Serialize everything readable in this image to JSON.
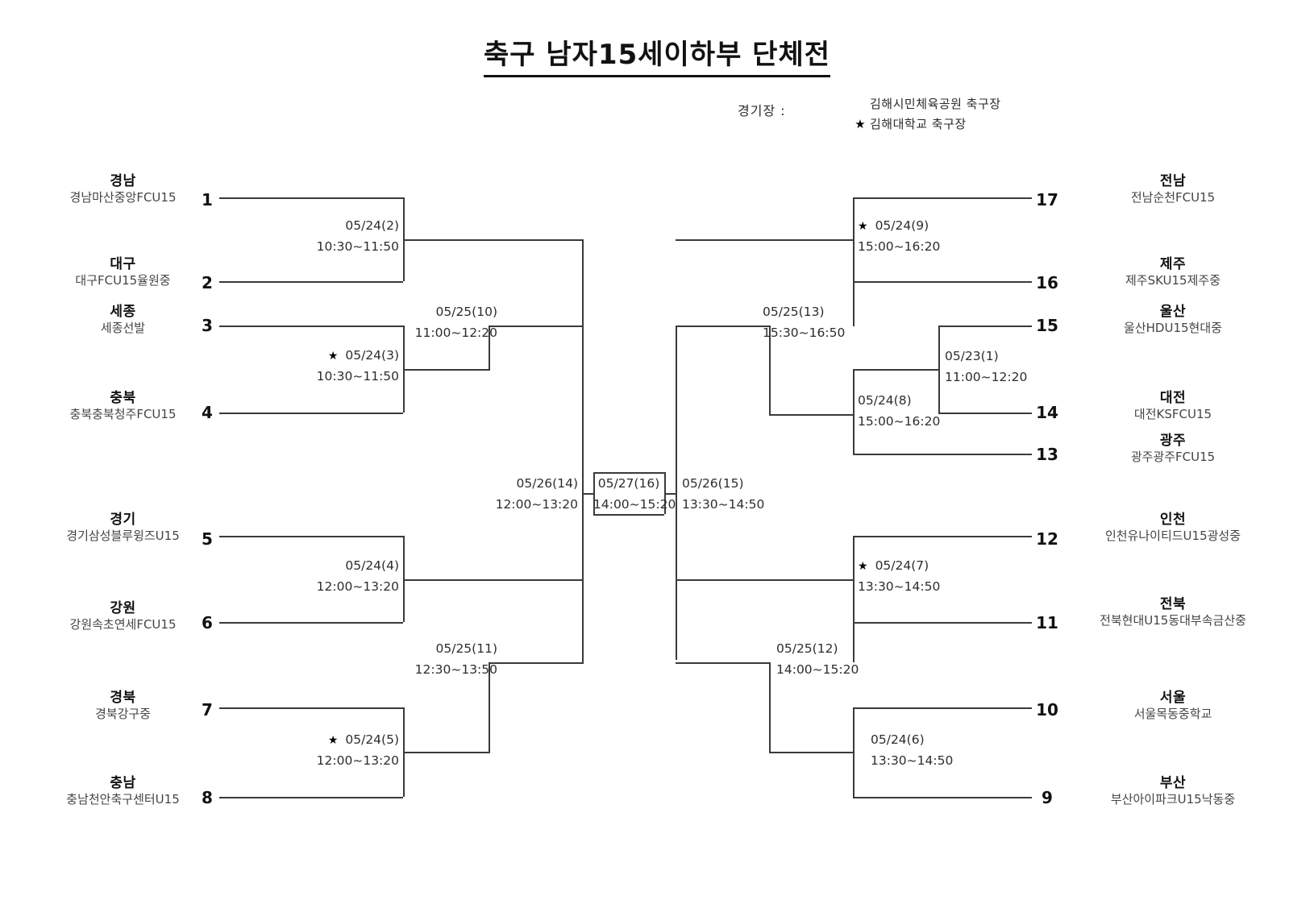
{
  "title": "축구  남자15세이하부  단체전",
  "legend": {
    "label": "경기장 :",
    "venues": [
      {
        "marker": "",
        "name": "김해시민체육공원 축구장"
      },
      {
        "marker": "★",
        "name": "김해대학교 축구장"
      }
    ]
  },
  "left_teams": [
    {
      "seed": "1",
      "region": "경남",
      "club": "경남마산중앙FCU15"
    },
    {
      "seed": "2",
      "region": "대구",
      "club": "대구FCU15율원중"
    },
    {
      "seed": "3",
      "region": "세종",
      "club": "세종선발"
    },
    {
      "seed": "4",
      "region": "충북",
      "club": "충북충북청주FCU15"
    },
    {
      "seed": "5",
      "region": "경기",
      "club": "경기삼성블루윙즈U15"
    },
    {
      "seed": "6",
      "region": "강원",
      "club": "강원속초연세FCU15"
    },
    {
      "seed": "7",
      "region": "경북",
      "club": "경북강구중"
    },
    {
      "seed": "8",
      "region": "충남",
      "club": "충남천안축구센터U15"
    }
  ],
  "right_teams": [
    {
      "seed": "17",
      "region": "전남",
      "club": "전남순천FCU15"
    },
    {
      "seed": "16",
      "region": "제주",
      "club": "제주SKU15제주중"
    },
    {
      "seed": "15",
      "region": "울산",
      "club": "울산HDU15현대중"
    },
    {
      "seed": "14",
      "region": "대전",
      "club": "대전KSFCU15"
    },
    {
      "seed": "13",
      "region": "광주",
      "club": "광주광주FCU15"
    },
    {
      "seed": "12",
      "region": "인천",
      "club": "인천유나이티드U15광성중"
    },
    {
      "seed": "11",
      "region": "전북",
      "club": "전북현대U15동대부속금산중"
    },
    {
      "seed": "10",
      "region": "서울",
      "club": "서울목동중학교"
    },
    {
      "seed": "9",
      "region": "부산",
      "club": "부산아이파크U15낙동중"
    }
  ],
  "matches": {
    "m2": {
      "star": "",
      "date": "05/24(2)",
      "time": "10:30~11:50"
    },
    "m3": {
      "star": "★",
      "date": "05/24(3)",
      "time": "10:30~11:50"
    },
    "m10": {
      "star": "",
      "date": "05/25(10)",
      "time": "11:00~12:20"
    },
    "m4": {
      "star": "",
      "date": "05/24(4)",
      "time": "12:00~13:20"
    },
    "m5": {
      "star": "★",
      "date": "05/24(5)",
      "time": "12:00~13:20"
    },
    "m11": {
      "star": "",
      "date": "05/25(11)",
      "time": "12:30~13:50"
    },
    "m14": {
      "star": "",
      "date": "05/26(14)",
      "time": "12:00~13:20"
    },
    "m16": {
      "star": "",
      "date": "05/27(16)",
      "time": "14:00~15:20"
    },
    "m15": {
      "star": "",
      "date": "05/26(15)",
      "time": "13:30~14:50"
    },
    "m9": {
      "star": "★",
      "date": "05/24(9)",
      "time": "15:00~16:20"
    },
    "m13": {
      "star": "",
      "date": "05/25(13)",
      "time": "15:30~16:50"
    },
    "m1": {
      "star": "",
      "date": "05/23(1)",
      "time": "11:00~12:20"
    },
    "m8": {
      "star": "",
      "date": "05/24(8)",
      "time": "15:00~16:20"
    },
    "m7": {
      "star": "★",
      "date": "05/24(7)",
      "time": "13:30~14:50"
    },
    "m12": {
      "star": "",
      "date": "05/25(12)",
      "time": "14:00~15:20"
    },
    "m6": {
      "star": "",
      "date": "05/24(6)",
      "time": "13:30~14:50"
    }
  }
}
